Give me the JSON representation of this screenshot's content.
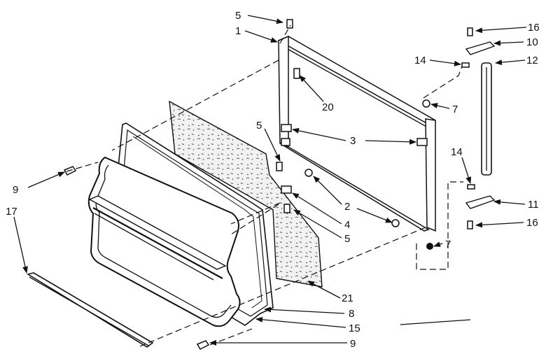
{
  "callouts": [
    {
      "id": "c5a",
      "text": "5"
    },
    {
      "id": "c1",
      "text": "1"
    },
    {
      "id": "c16a",
      "text": "16"
    },
    {
      "id": "c10",
      "text": "10"
    },
    {
      "id": "c14a",
      "text": "14"
    },
    {
      "id": "c12",
      "text": "12"
    },
    {
      "id": "c20",
      "text": "20"
    },
    {
      "id": "c7a",
      "text": "7"
    },
    {
      "id": "c5b",
      "text": "5"
    },
    {
      "id": "c3",
      "text": "3"
    },
    {
      "id": "c14b",
      "text": "14"
    },
    {
      "id": "c9a",
      "text": "9"
    },
    {
      "id": "c17",
      "text": "17"
    },
    {
      "id": "c2",
      "text": "2"
    },
    {
      "id": "c11",
      "text": "11"
    },
    {
      "id": "c4",
      "text": "4"
    },
    {
      "id": "c16b",
      "text": "16"
    },
    {
      "id": "c5c",
      "text": "5"
    },
    {
      "id": "c7b",
      "text": "7"
    },
    {
      "id": "c21",
      "text": "21"
    },
    {
      "id": "c8",
      "text": "8"
    },
    {
      "id": "c15",
      "text": "15"
    },
    {
      "id": "c9b",
      "text": "9"
    }
  ]
}
